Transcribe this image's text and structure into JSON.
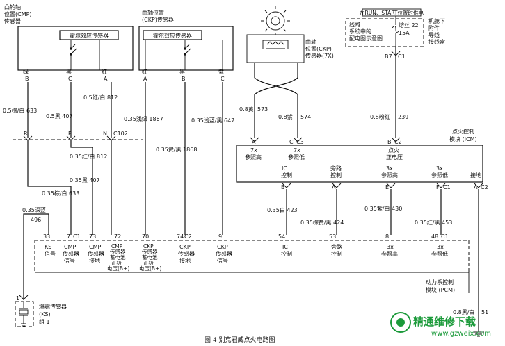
{
  "cmp": {
    "title1": "凸轮轴",
    "title2": "位置(CMP)",
    "title3": "传感器",
    "hall": "霍尔效应传感器",
    "pins": [
      {
        "color": "绿",
        "pin": "B"
      },
      {
        "color": "黑",
        "pin": "C"
      },
      {
        "color": "红",
        "pin": "A"
      }
    ]
  },
  "ckp1": {
    "title1": "曲轴位置",
    "title2": "(CKP)传感器",
    "hall": "霍尔效应传感器",
    "pins": [
      {
        "color": "红",
        "pin": "A"
      },
      {
        "color": "黑",
        "pin": "B"
      },
      {
        "color": "紫",
        "pin": "C"
      }
    ]
  },
  "ckp2": {
    "title1": "曲轴",
    "title2": "位置(CKP)",
    "title3": "传感器(7X)"
  },
  "fuse": {
    "header": "在RUN、START位置时供电",
    "lines": [
      "线路",
      "系统中的",
      "配电图示意图"
    ],
    "name": "熔丝 22",
    "rating": "15A",
    "right": [
      "机舱下",
      "附件",
      "导线",
      "接线盒"
    ],
    "pin": "B7",
    "conn": "C1"
  },
  "wires": {
    "w633a": "0.5棕/白 633",
    "w407a": "0.5黑 407",
    "w812a": "0.5红/白 812",
    "w1867": "0.35浅绿 1867",
    "w647": "0.35浅蓝/黑 647",
    "w1868": "0.35黄/黑 1868",
    "w573": "0.8黄",
    "n573": "573",
    "w574": "0.8紫",
    "n574": "574",
    "w239": "0.8粉红",
    "n239": "239",
    "w812b": "0.35红/白 812",
    "w407b": "0.35黑 407",
    "w633b": "0.35棕/白 633",
    "w496a": "0.35深蓝",
    "w496b": "496",
    "w423": "0.35白 423",
    "w424": "0.35棕黄/黑 424",
    "w430": "0.35紫/白 430",
    "w453": "0.35红/黑 453",
    "w551a": "0.8黑/白",
    "w551b": "51"
  },
  "c102": {
    "pins": [
      "R",
      "P",
      "N"
    ],
    "name": "C102"
  },
  "icm": {
    "title1": "点火控制",
    "title2": "模块 (ICM)",
    "top": [
      {
        "pin": "A",
        "l1": "7x",
        "l2": "参照高"
      },
      {
        "pin": "C",
        "conn": "C3",
        "l1": "7x",
        "l2": "参照低"
      },
      {
        "pin": "B",
        "conn": "C2",
        "l1": "点火",
        "l2": "正电压"
      }
    ],
    "bottom": [
      {
        "pin": "B",
        "l1": "IC",
        "l2": "控制"
      },
      {
        "pin": "A",
        "l1": "旁路",
        "l2": "控制"
      },
      {
        "pin": "E",
        "l1": "3x",
        "l2": "参照高"
      },
      {
        "pin": "F",
        "conn": "C1",
        "l1": "3x",
        "l2": "参照低"
      },
      {
        "pin": "A",
        "conn": "C2",
        "l1": "接地"
      }
    ]
  },
  "pcm": {
    "title1": "动力系控制",
    "title2": "模块 (PCM)",
    "pins": [
      {
        "num": "33",
        "l": [
          "KS",
          "信号"
        ]
      },
      {
        "num": "7",
        "conn": "C1",
        "l": [
          "CMP",
          "传感器",
          "信号"
        ]
      },
      {
        "num": "73",
        "l": [
          "CMP",
          "传感器",
          "接地"
        ]
      },
      {
        "num": "72",
        "l": [
          "CMP",
          "传感器",
          "蓄电池",
          "正极",
          "电压(B+)"
        ]
      },
      {
        "num": "70",
        "l": [
          "CKP",
          "传感器",
          "蓄电池",
          "正极",
          "电压(B+)"
        ]
      },
      {
        "num": "74",
        "conn": "C2",
        "l": [
          "CKP",
          "传感器",
          "接地"
        ]
      },
      {
        "num": "9",
        "l": [
          "CKP",
          "传感器",
          "信号"
        ]
      },
      {
        "num": "54",
        "l": [
          "IC",
          "控制"
        ]
      },
      {
        "num": "53",
        "l": [
          "旁路",
          "控制"
        ]
      },
      {
        "num": "8",
        "l": [
          "3x",
          "参照高"
        ]
      },
      {
        "num": "48",
        "conn": "C1",
        "l": [
          "3x",
          "参照低"
        ]
      }
    ]
  },
  "ks": {
    "pin": "1",
    "l1": "爆震传感器",
    "l2": "(KS)",
    "l3": "组 1"
  },
  "caption": "图 4   别克君威点火电路图",
  "watermark": {
    "brand": "精通维修下载",
    "url": "www.gzweix.com"
  }
}
